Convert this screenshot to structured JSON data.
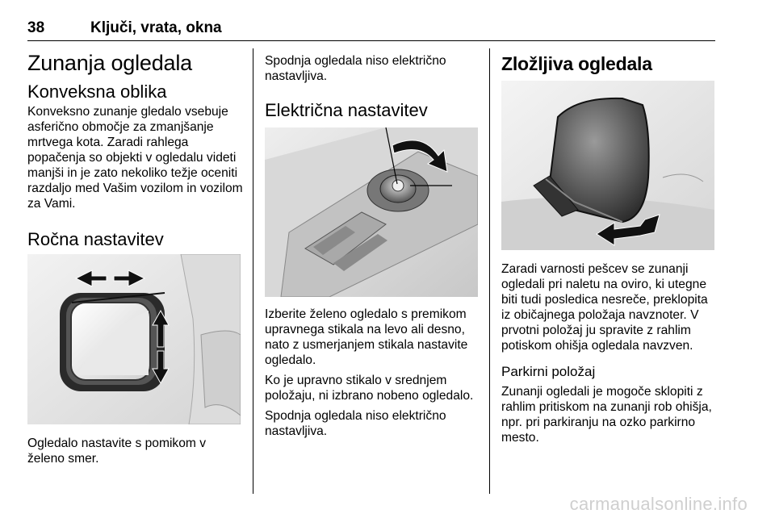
{
  "header": {
    "page_number": "38",
    "chapter_title": "Ključi, vrata, okna"
  },
  "left": {
    "title": "Zunanja ogledala",
    "convex_heading": "Konveksna oblika",
    "convex_text": "Konveksno zunanje gledalo vsebuje asferično območje za zmanjšanje mrtvega kota. Zaradi rahlega popačenja so objekti v ogledalu videti manjši in je zato nekoliko težje oceniti razdaljo med Vašim vozilom in vozilom za Vami.",
    "manual_heading": "Ročna nastavitev",
    "manual_caption": "Ogledalo nastavite s pomikom v želeno smer."
  },
  "middle": {
    "intro_text": "Spodnja ogledala niso električno nastavljiva.",
    "electric_heading": "Električna nastavitev",
    "select_text": "Izberite želeno ogledalo s premikom upravnega stikala na levo ali desno, nato z usmerjanjem stikala nastavite ogledalo.",
    "middle_position_text": "Ko je upravno stikalo v srednjem položaju, ni izbrano nobeno ogledalo.",
    "outro_text": "Spodnja ogledala niso električno nastavljiva."
  },
  "right": {
    "folding_heading": "Zložljiva ogledala",
    "folding_text": "Zaradi varnosti pešcev se zunanji ogledali pri naletu na oviro, ki utegne biti tudi posledica nesreče, preklopita iz običajnega položaja navznoter. V prvotni položaj ju spravite z rahlim potiskom ohišja ogledala navzven.",
    "parking_heading": "Parkirni položaj",
    "parking_text": "Zunanji ogledali je mogoče sklopiti z rahlim pritiskom na zunanji rob ohišja, npr. pri parkiranju na ozko parkirno mesto."
  },
  "footer": {
    "watermark": "carmanualsonline.info"
  }
}
